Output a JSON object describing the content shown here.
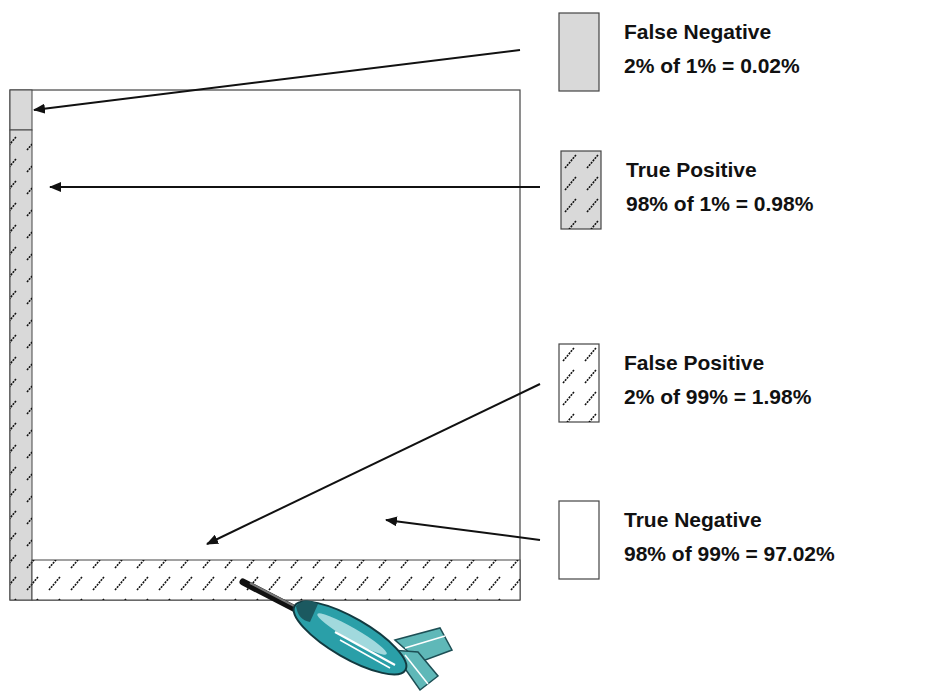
{
  "diagram": {
    "nodes": [
      {
        "text": [
          "False Negative",
          "2% of 1% = 0.02%"
        ]
      },
      {
        "text": [
          "True Positive",
          "98% of 1% = 0.98%"
        ]
      },
      {
        "text": [
          "False Positive",
          "2% of 99% = 1.98%"
        ]
      },
      {
        "text": [
          "True Negative",
          "98% of 99% = 97.02%"
        ]
      }
    ]
  }
}
